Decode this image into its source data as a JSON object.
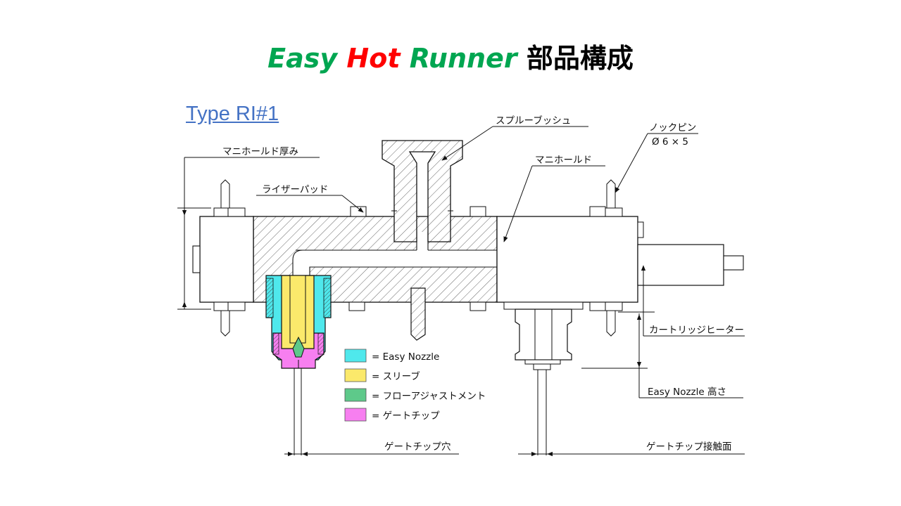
{
  "title": {
    "word1": "Easy",
    "word2": "Hot",
    "word3": "Runner",
    "word4": "部品構成"
  },
  "subtitle": "Type RI#1",
  "labels": {
    "sprue_bush": "スプルーブッシュ",
    "knock_pin": "ノックピン",
    "knock_pin_size": "Ø 6 × 5",
    "manifold_thickness": "マニホールド厚み",
    "riser_pad": "ライザーパッド",
    "manifold": "マニホールド",
    "cartridge_heater": "カートリッジヒーター",
    "easy_nozzle_height": "Easy Nozzle 高さ",
    "gate_tip_hole": "ゲートチップ穴",
    "gate_tip_contact": "ゲートチップ接触面"
  },
  "legend": [
    {
      "text": "= Easy Nozzle",
      "color": "#4fe8ec"
    },
    {
      "text": "= スリーブ",
      "color": "#fbe96b"
    },
    {
      "text": "= フローアジャストメント",
      "color": "#5ec98a"
    },
    {
      "text": "= ゲートチップ",
      "color": "#f77ff0"
    }
  ],
  "colors": {
    "title_green": "#00a651",
    "title_red": "#ff0000",
    "subtitle_blue": "#4472c4"
  }
}
